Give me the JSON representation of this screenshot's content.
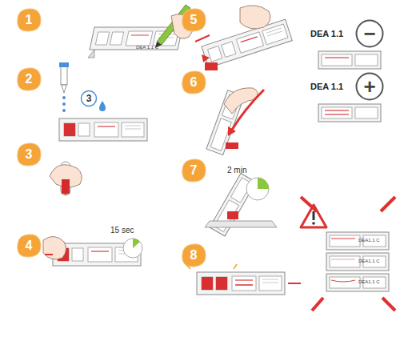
{
  "diagram": {
    "nodes": [
      {
        "text": [
          "1"
        ]
      },
      {
        "text": [
          "2"
        ]
      },
      {
        "text": [
          "3"
        ]
      },
      {
        "text": [
          "4"
        ]
      },
      {
        "text": [
          "5"
        ]
      },
      {
        "text": [
          "6"
        ]
      },
      {
        "text": [
          "7"
        ]
      },
      {
        "text": [
          "8"
        ]
      },
      {
        "text": [
          "3"
        ]
      },
      {
        "text": [
          "−"
        ]
      },
      {
        "text": [
          "+"
        ]
      }
    ],
    "labels": [
      "15 sec",
      "2 min",
      "DEA 1.1",
      "DEA 1.1",
      "DEA 1.1 C",
      "DEA1.1 C",
      "DEA1.1 C",
      "DEA1.1 C"
    ]
  }
}
